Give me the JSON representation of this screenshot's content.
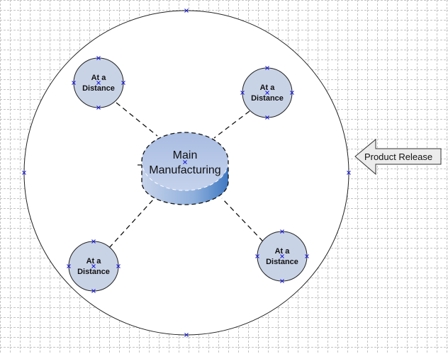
{
  "diagram": {
    "hub": {
      "label_line1": "Main",
      "label_line2": "Manufacturing"
    },
    "satellites": [
      {
        "label_line1": "At a",
        "label_line2": "Distance"
      },
      {
        "label_line1": "At a",
        "label_line2": "Distance"
      },
      {
        "label_line1": "At a",
        "label_line2": "Distance"
      },
      {
        "label_line1": "At a",
        "label_line2": "Distance"
      }
    ],
    "arrow": {
      "label": "Product Release"
    }
  },
  "colors": {
    "grid": "#c8c8c8",
    "satellite_fill": "#c9d3e6",
    "hub_top": "#aebfe0",
    "hub_side": "#5e8cc8",
    "arrow_fill": "#ececec",
    "handle": "#1a1adc"
  }
}
